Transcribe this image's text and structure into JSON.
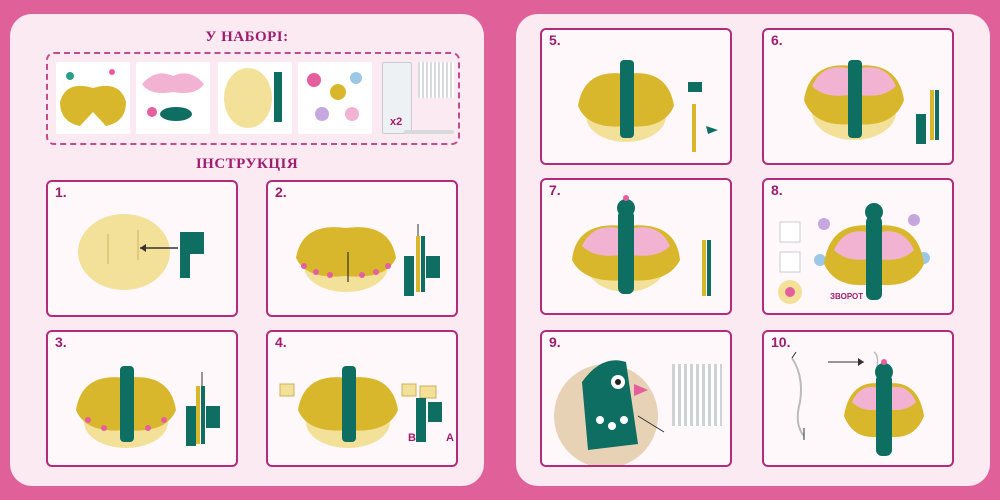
{
  "kit_title": "У НАБОРІ:",
  "instr_title": "ІНСТРУКЦІЯ",
  "kit_count": "x2",
  "steps": [
    "1.",
    "2.",
    "3.",
    "4.",
    "5.",
    "6.",
    "7.",
    "8.",
    "9.",
    "10."
  ],
  "label_b": "B",
  "label_a": "A",
  "back_label": "ЗВОРОТ",
  "colors": {
    "bg": "#e0609a",
    "page": "#fbeaf2",
    "accent": "#a01c6e",
    "yellow": "#d9b72d",
    "teal": "#0f6e62",
    "pink": "#f2b3d3"
  }
}
